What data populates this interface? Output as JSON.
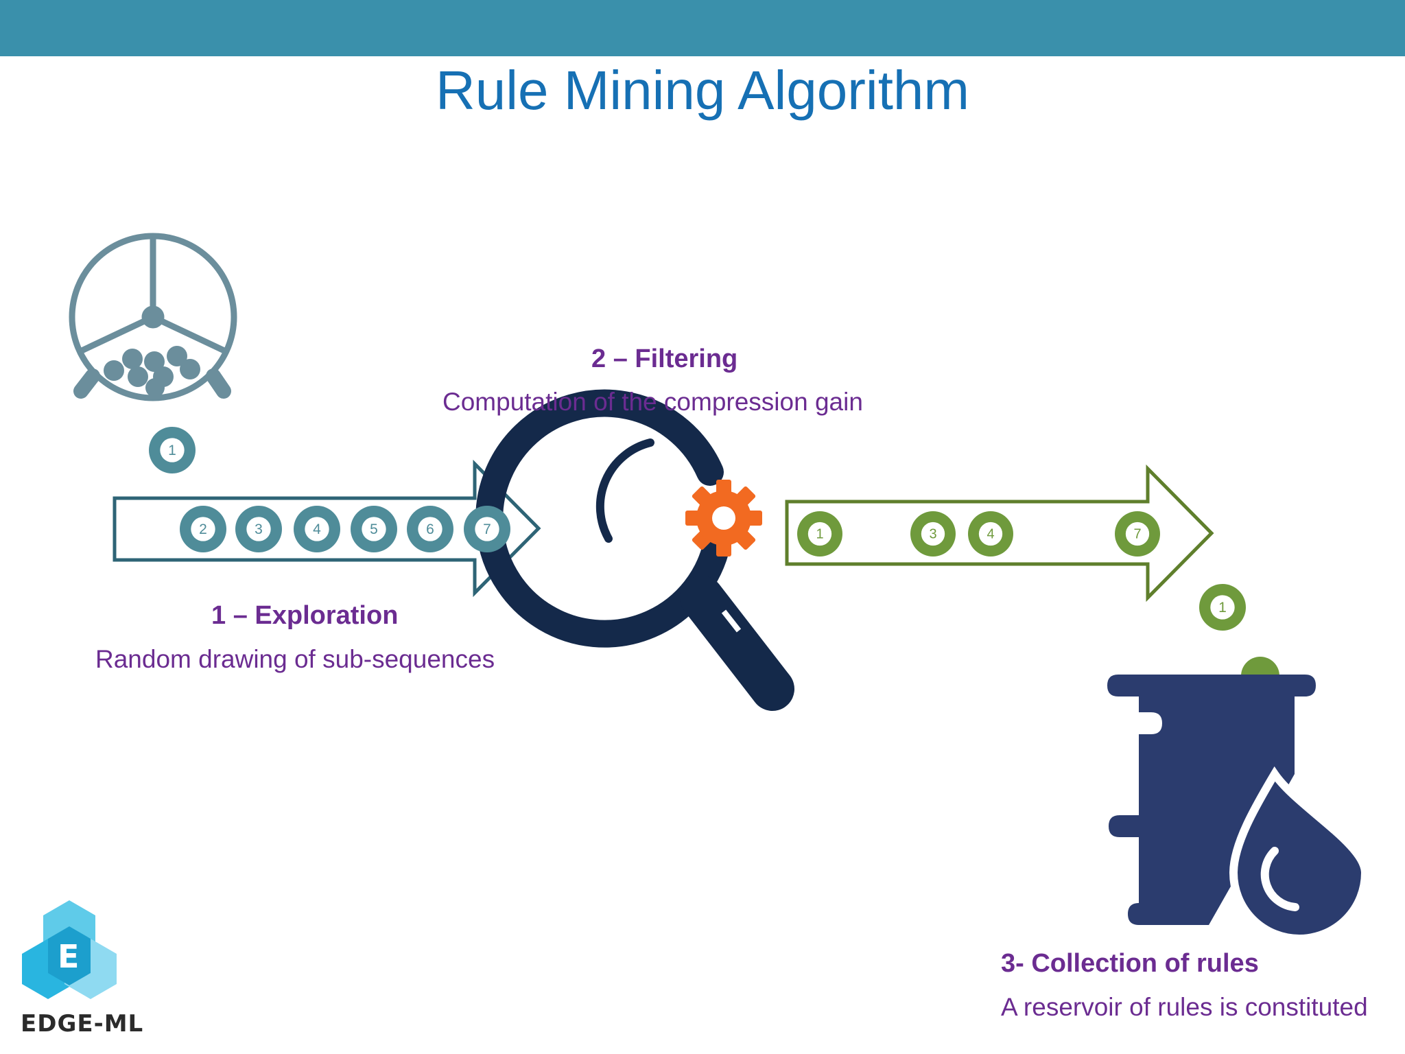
{
  "title": "Rule Mining Algorithm",
  "steps": {
    "exploration": {
      "title": "1 – Exploration",
      "desc": "Random drawing of sub-sequences"
    },
    "filtering": {
      "title": "2 – Filtering",
      "desc": "Computation of the compression gain"
    },
    "collection": {
      "title": "3- Collection of rules",
      "desc": "A reservoir of rules is constituted"
    }
  },
  "balls": {
    "dropped": "1",
    "input": [
      "2",
      "3",
      "4",
      "5",
      "6",
      "7"
    ],
    "filtered": [
      "1",
      "3",
      "4",
      "7"
    ],
    "falling": "1"
  },
  "logo": {
    "letter": "E",
    "name": "EDGE-ML"
  },
  "colors": {
    "header": "#3a90ab",
    "title": "#1670b4",
    "step_text": "#6b2c91",
    "input_arrow": "#2e6476",
    "input_ball": "#4f8c99",
    "output_arrow": "#5f7f2c",
    "output_ball": "#6f9a3c",
    "magnifier": "#14294a",
    "gear": "#f26a21",
    "reservoir": "#2b3c6e",
    "drum": "#6b8e9c",
    "logo_blue": "#29b5e0"
  },
  "icons": [
    "lottery-drum-icon",
    "magnifier-icon",
    "gear-icon",
    "reservoir-barrel-icon",
    "water-drop-icon",
    "edge-ml-logo-icon"
  ]
}
